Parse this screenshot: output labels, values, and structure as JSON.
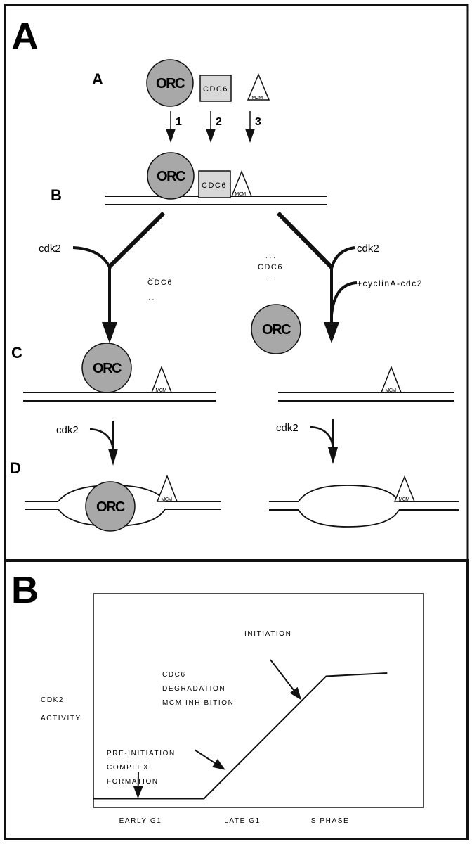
{
  "figure": {
    "panel_a": {
      "label": "A",
      "steps": {
        "a": "A",
        "b": "B",
        "c": "C",
        "d": "D"
      },
      "components": {
        "orc": "ORC",
        "cdc6": "CDC6",
        "mcm": "MCM"
      },
      "arrow_numbers": [
        "1",
        "2",
        "3"
      ],
      "kinase_left": "cdk2",
      "kinase_right": "cdk2",
      "kinase_right_extra": "+cyclinA-cdc2",
      "kinase_c_left": "cdk2",
      "kinase_c_right": "cdk2",
      "released_cdc6_left": "CDC6",
      "released_cdc6_right": "CDC6",
      "colors": {
        "protein_fill": "#a8a8a8",
        "cdc6_fill": "#d8d8d8",
        "line": "#111111"
      }
    },
    "panel_b": {
      "label": "B"
    }
  },
  "chart_data": {
    "type": "line",
    "title": "",
    "ylabel": "CDK2 ACTIVITY",
    "xlabel": "",
    "x_tick_labels": [
      "EARLY G1",
      "LATE G1",
      "S PHASE"
    ],
    "xlim": [
      0,
      100
    ],
    "ylim": [
      0,
      100
    ],
    "grid": false,
    "series": [
      {
        "name": "CDK2 activity",
        "x": [
          0,
          33.5,
          70.5,
          89
        ],
        "y": [
          2,
          2,
          79,
          81
        ]
      }
    ],
    "annotations": [
      {
        "text": [
          "PRE-INITIATION",
          "COMPLEX",
          "FORMATION"
        ],
        "points_to": [
          13.5,
          2
        ]
      },
      {
        "text": [
          "CDC6",
          "DEGRADATION",
          "MCM   INHIBITION"
        ],
        "points_to": [
          40,
          20
        ]
      },
      {
        "text": [
          "INITIATION"
        ],
        "points_to": [
          63,
          64
        ]
      }
    ]
  }
}
